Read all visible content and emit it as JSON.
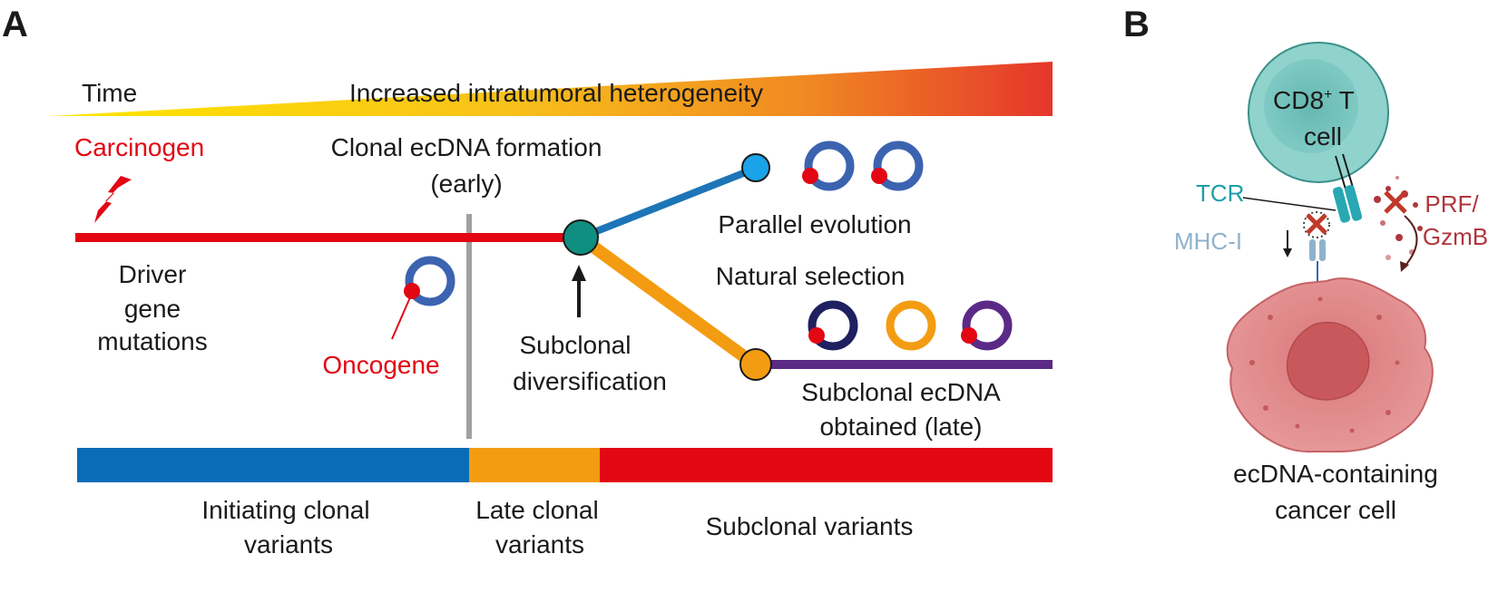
{
  "panel_a": {
    "letter": "A",
    "time_label": "Time",
    "heterogeneity_label": "Increased intratumoral heterogeneity",
    "carcinogen_label": "Carcinogen",
    "driver_label": [
      "Driver",
      "gene",
      "mutations"
    ],
    "oncogene_label": "Oncogene",
    "clonal_formation_label": [
      "Clonal ecDNA formation",
      "(early)"
    ],
    "parallel_label": "Parallel evolution",
    "natural_selection_label": "Natural selection",
    "subclonal_div_label": [
      "Subclonal",
      "diversification"
    ],
    "subclonal_late_label": [
      "Subclonal ecDNA",
      "obtained (late)"
    ],
    "bottom_labels": {
      "initiating": [
        "Initiating clonal",
        "variants"
      ],
      "late_clonal": [
        "Late clonal",
        "variants"
      ],
      "subclonal": "Subclonal variants"
    }
  },
  "panel_b": {
    "letter": "B",
    "tcell_label": [
      "CD8",
      "+",
      " T",
      "cell"
    ],
    "tcr_label": "TCR",
    "mhc_label": "MHC-I",
    "prf_label": [
      "PRF/",
      "GzmB"
    ],
    "cancer_label": [
      "ecDNA-containing",
      "cancer cell"
    ]
  },
  "colors": {
    "clonal_line": "#e30613",
    "parallel_branch": "#1d75b8",
    "selection_branch": "#f39c12",
    "late_line": "#5b2a86",
    "bar_initiating": "#0a6cb5",
    "bar_late_clonal": "#f39c12",
    "bar_subclonal": "#e30613",
    "gradient_start": "#ffe100",
    "gradient_end": "#e5362c"
  }
}
